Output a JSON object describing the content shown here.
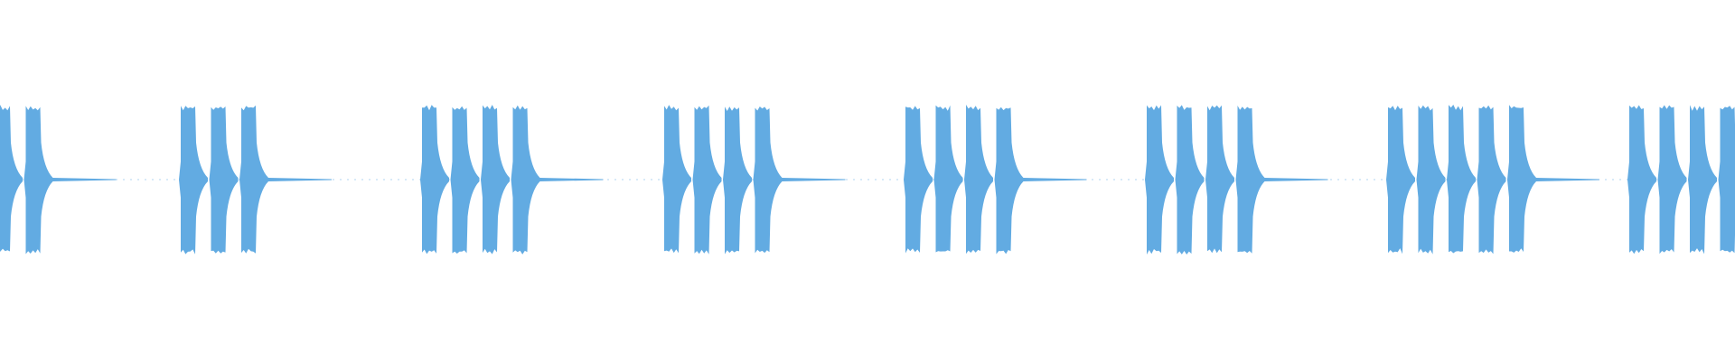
{
  "waveform": {
    "color": "#62ABE2",
    "background": "#FFFFFF",
    "channel_count": 1,
    "bursts": [
      {
        "pulses": 2,
        "truncated_left": true
      },
      {
        "pulses": 3
      },
      {
        "pulses": 4
      },
      {
        "pulses": 4
      },
      {
        "pulses": 4
      },
      {
        "pulses": 4
      },
      {
        "pulses": 5
      },
      {
        "pulses": 4,
        "truncated_right": true
      }
    ]
  }
}
